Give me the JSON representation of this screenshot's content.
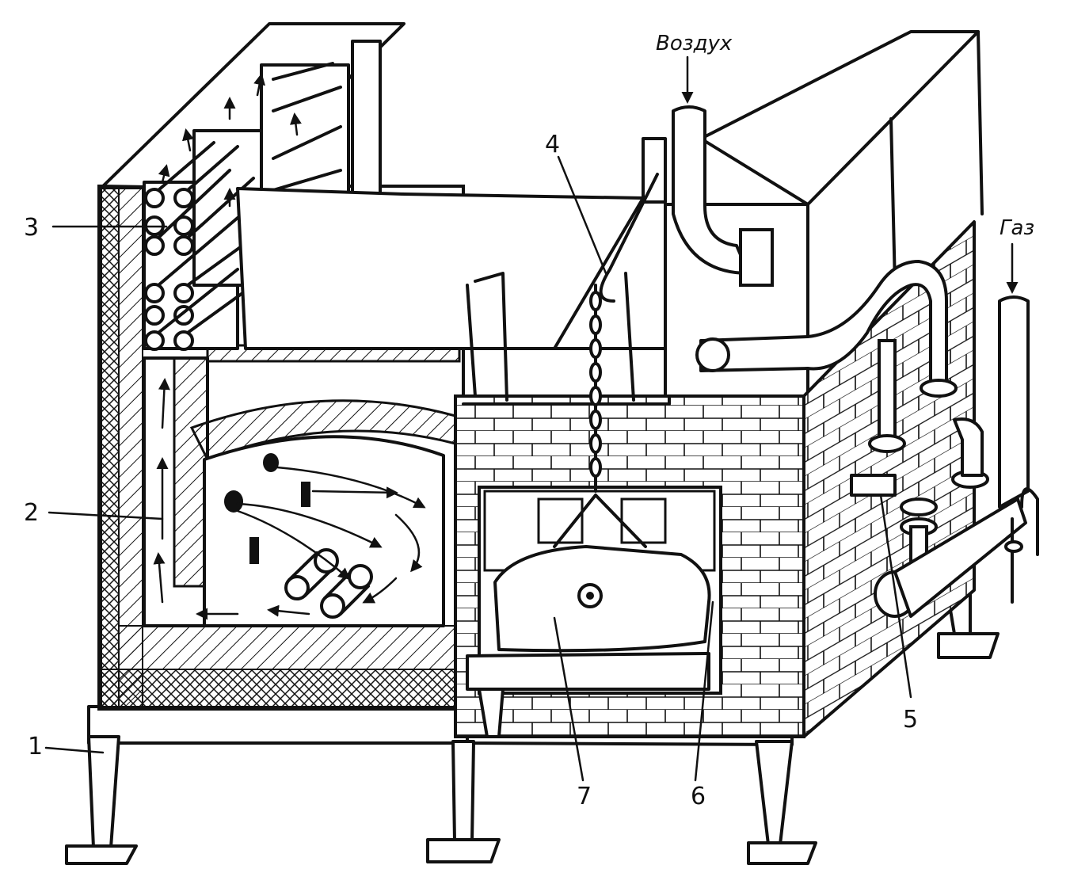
{
  "labels": {
    "air": "Воздух",
    "gas": "Газ",
    "n1": "1",
    "n2": "2",
    "n3": "3",
    "n4": "4",
    "n5": "5",
    "n6": "6",
    "n7": "7"
  },
  "colors": {
    "line": "#111111",
    "background": "#ffffff"
  }
}
